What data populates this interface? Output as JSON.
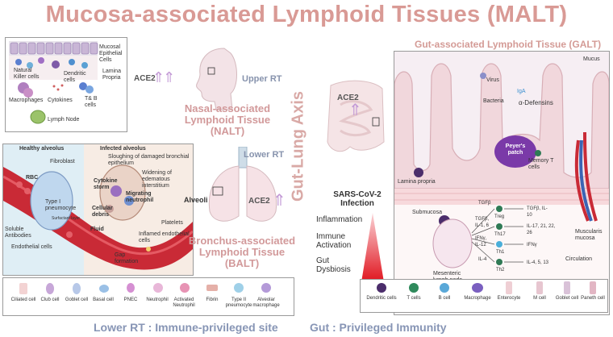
{
  "title": "Mucosa-associated Lymphoid Tissues (MALT)",
  "nalt": {
    "ace2": "ACE2",
    "labels": {
      "mucosal_epithelial": "Mucosal Epithelial Cells",
      "natural_killer": "Natural Killer cells",
      "dendritic": "Dendritic cells",
      "lamina_propria": "Lamina Propria",
      "macrophages": "Macrophages",
      "cytokines": "Cytokines",
      "tb_cells": "T& B cells",
      "lymph_node": "Lymph Node"
    },
    "upper_rt": "Upper RT",
    "title": "Nasal-associated Lymphoid Tissue (NALT)"
  },
  "balt": {
    "lower_rt": "Lower RT",
    "alveoli": "Alveoli",
    "ace2": "ACE2",
    "title": "Bronchus-associated Lymphoid Tissue (BALT)"
  },
  "alveolus": {
    "healthy": "Healthy alveolus",
    "infected": "Infected alveolus",
    "labels": {
      "fibroblast": "Fibroblast",
      "rbc": "RBC",
      "type1": "Type I pneumocyte",
      "surfactant": "Surfactant layer",
      "soluble_antibodies": "Soluble Antibodies",
      "endothelial": "Endothelial cells",
      "sloughing": "Sloughing of damaged bronchial epithelium",
      "widening": "Widening of edematous interstitium",
      "cytokine_storm": "Cytokine storm",
      "migrating": "Migrating neutrophil",
      "cellular_debris": "Cellular debris",
      "fluid": "Fluid",
      "platelets": "Platelets",
      "inflamed": "Inflamed endothelial cells",
      "gap": "Gap formation"
    }
  },
  "legend_left": [
    "Ciliated cell",
    "Club cell",
    "Goblet cell",
    "Basal cell",
    "PNEC",
    "Neutrophil",
    "Activated Neutrophil",
    "Fibrin",
    "Type II pneumocyte",
    "Alveolar macrophage"
  ],
  "axis_label": "Gut-Lung Axis",
  "gut": {
    "ace2": "ACE2"
  },
  "center": {
    "infection": "SARS-CoV-2 Infection",
    "inflammation": "Inflammation",
    "immune": "Immune Activation",
    "dysbiosis": "Gut Dysbiosis"
  },
  "galt": {
    "title": "Gut-associated Lymphoid Tissue (GALT)",
    "labels": {
      "mucus": "Mucus",
      "virus": "Virus",
      "iga": "IgA",
      "bacteria": "Bacteria",
      "defensins": "α-Defensins",
      "peyers": "Peyer's patch",
      "memory_t": "Memory T cells",
      "lamina_propria": "Lamina propria",
      "submucosa": "Submucosa",
      "mesenteric": "Mesenteric lymph node",
      "circulation": "Circulation",
      "muscularis": "Muscularis mucosa"
    },
    "pathways": [
      {
        "signal": "TGFβ",
        "cell": "Treg",
        "out": "TGFβ, IL-10"
      },
      {
        "signal": "TGFβ, IL-1, 6",
        "cell": "Th17",
        "out": "IL-17, 21, 22, 26"
      },
      {
        "signal": "IFNγ, IL-12",
        "cell": "Th1",
        "out": "IFNγ"
      },
      {
        "signal": "IL-4",
        "cell": "Th2",
        "out": "IL-4, 5, 13"
      }
    ]
  },
  "legend_right": [
    "Dendritic cells",
    "T cells",
    "B cell",
    "Macrophage",
    "Enterocyte",
    "M cell",
    "Goblet cell",
    "Paneth cell"
  ],
  "footer": {
    "left": "Lower RT : Immune-privileged site",
    "right": "Gut : Privileged Immunity"
  }
}
